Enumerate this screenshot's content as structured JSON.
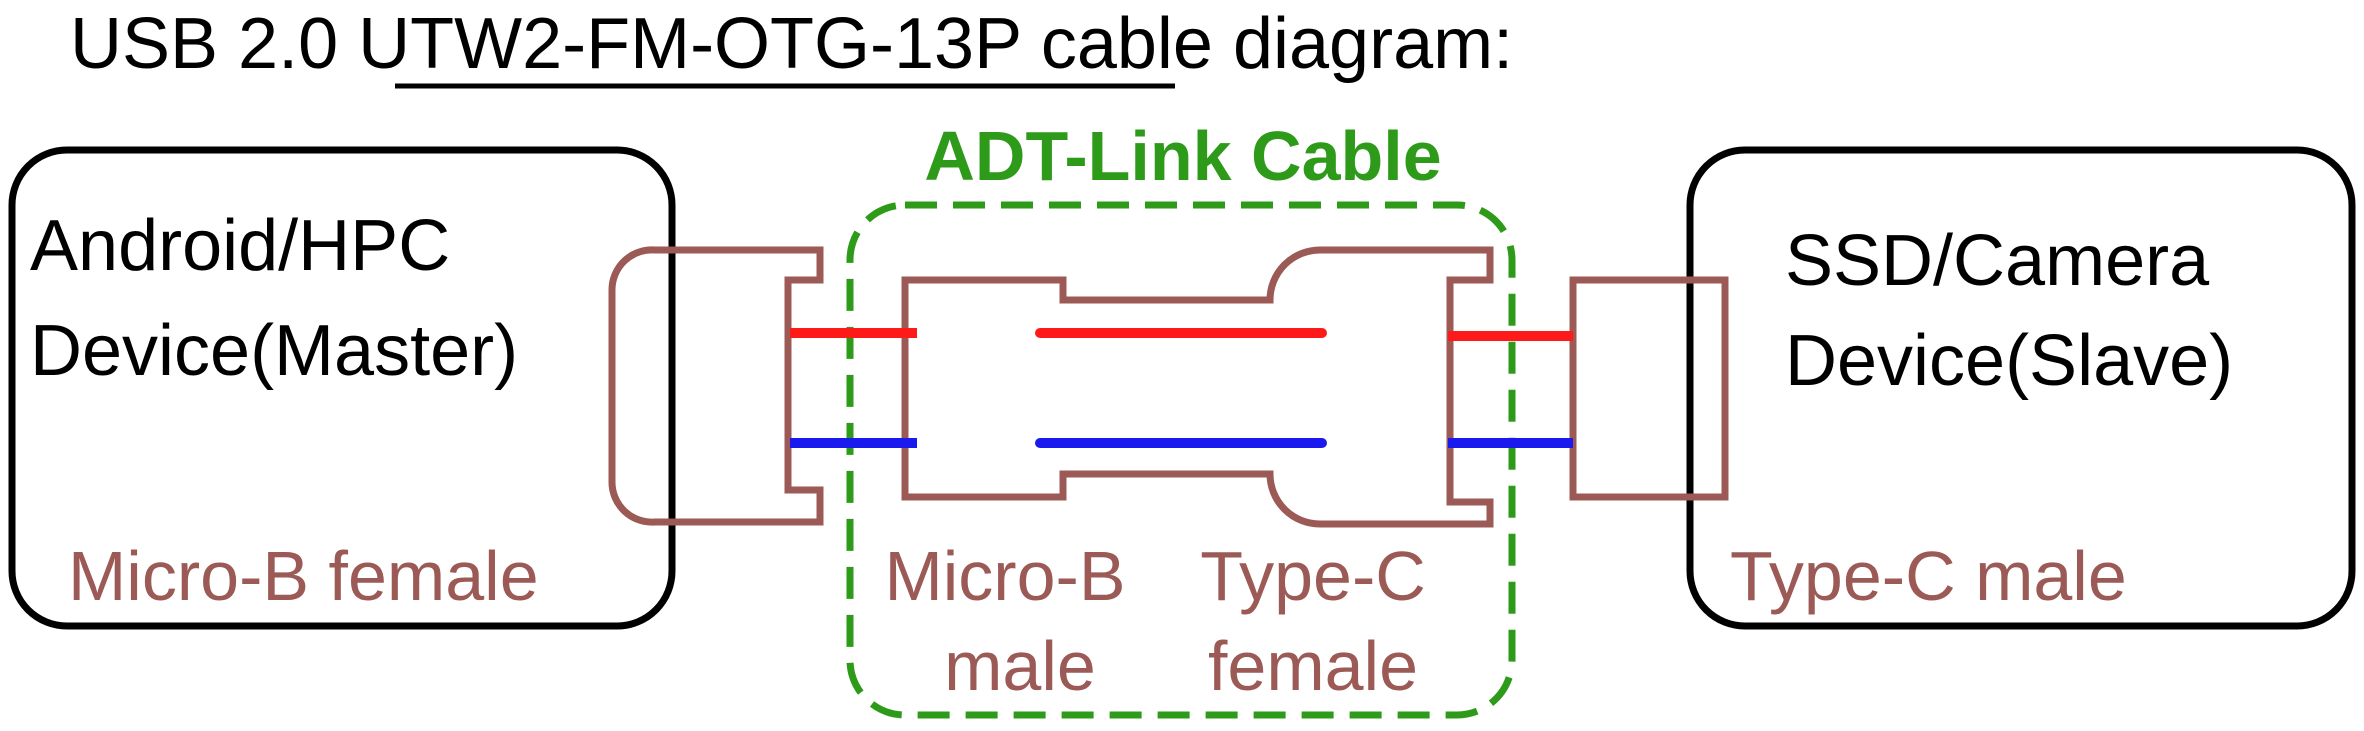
{
  "title": {
    "prefix": "USB 2.0",
    "model": "UTW2-FM-OTG-13P",
    "suffix": "cable diagram:"
  },
  "cable_label": "ADT-Link Cable",
  "left_device": {
    "line1": "Android/HPC",
    "line2": "Device(Master)",
    "connector": "Micro-B female"
  },
  "right_device": {
    "line1": "SSD/Camera",
    "line2": "Device(Slave)",
    "connector": "Type-C male"
  },
  "cable_ends": {
    "left": {
      "line1": "Micro-B",
      "line2": "male"
    },
    "right": {
      "line1": "Type-C",
      "line2": "female"
    }
  },
  "colors": {
    "outline": "#000000",
    "connector": "#9b5a55",
    "label_brown": "#9b5a55",
    "cable_green": "#2e9a1a",
    "wire_red": "#ff1a1a",
    "wire_blue": "#1a1aee"
  }
}
